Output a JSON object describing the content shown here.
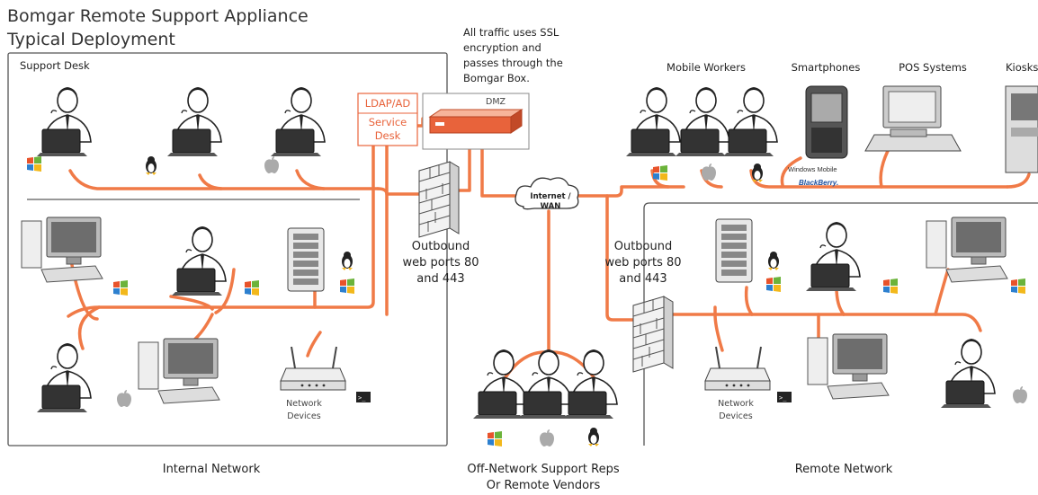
{
  "title": {
    "line1": "Bomgar Remote Support Appliance",
    "line2": "Typical Deployment"
  },
  "annotations": {
    "ssl_line1": "All traffic uses SSL",
    "ssl_line2": "encryption and",
    "ssl_line3": "passes through the",
    "ssl_line4": "Bomgar Box.",
    "dmz": "DMZ"
  },
  "zones": {
    "support_desk": "Support Desk",
    "internal_network": "Internal Network",
    "remote_network": "Remote Network",
    "off_network_line1": "Off-Network Support Reps",
    "off_network_line2": "Or Remote Vendors"
  },
  "services": {
    "ldap": "LDAP/AD",
    "service_desk_line1": "Service",
    "service_desk_line2": "Desk"
  },
  "cloud": {
    "line1": "Internet /",
    "line2": "WAN"
  },
  "firewall_labels": {
    "left": [
      "Outbound",
      "web ports 80",
      "and 443"
    ],
    "right": [
      "Outbound",
      "web ports 80",
      "and 443"
    ]
  },
  "endpoint_labels": {
    "mobile_workers": "Mobile Workers",
    "smartphones": "Smartphones",
    "pos_systems": "POS Systems",
    "kiosks": "Kiosks",
    "network_devices_line1": "Network",
    "network_devices_line2": "Devices"
  },
  "brands": {
    "windows_mobile": "Windows Mobile",
    "blackberry": "BlackBerry."
  },
  "colors": {
    "wire": "#f07a47",
    "accent": "#e8633b",
    "panel_border": "#555555"
  }
}
